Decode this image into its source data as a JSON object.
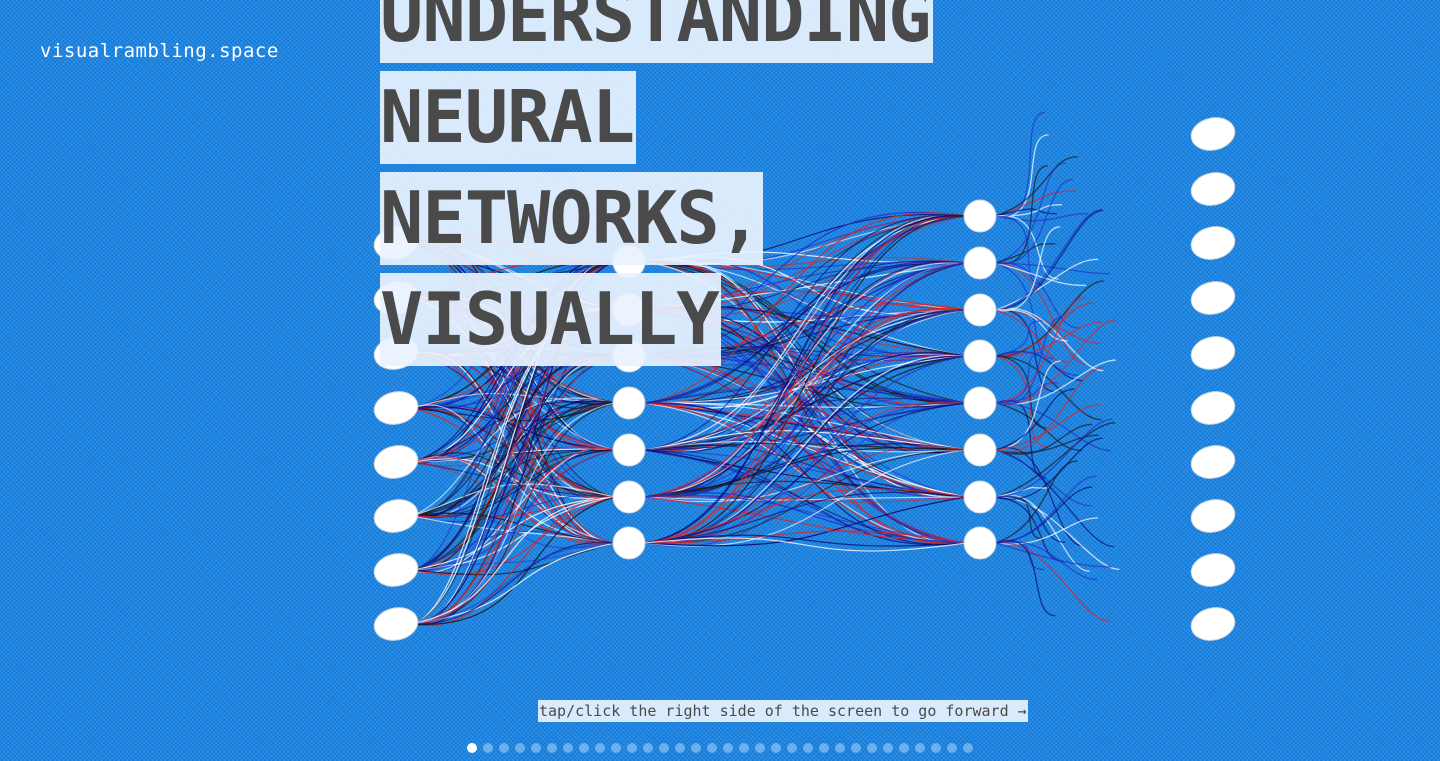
{
  "site": {
    "name": "visualrambling.space"
  },
  "title": {
    "lines": [
      "UNDERSTANDING",
      "NEURAL",
      "NETWORKS,",
      "VISUALLY"
    ]
  },
  "hint": {
    "text": "tap/click the right side of the screen to go forward →"
  },
  "pagination": {
    "total_dots": 32,
    "active_index": 0
  },
  "network": {
    "layers": [
      8,
      7,
      8,
      10
    ],
    "colors": {
      "background": "#1b86e3",
      "node": "#ffffff",
      "edges": [
        "#0a0a6e",
        "#1a1a1a",
        "#d8262a",
        "#ffffff",
        "#2233cc"
      ]
    }
  }
}
